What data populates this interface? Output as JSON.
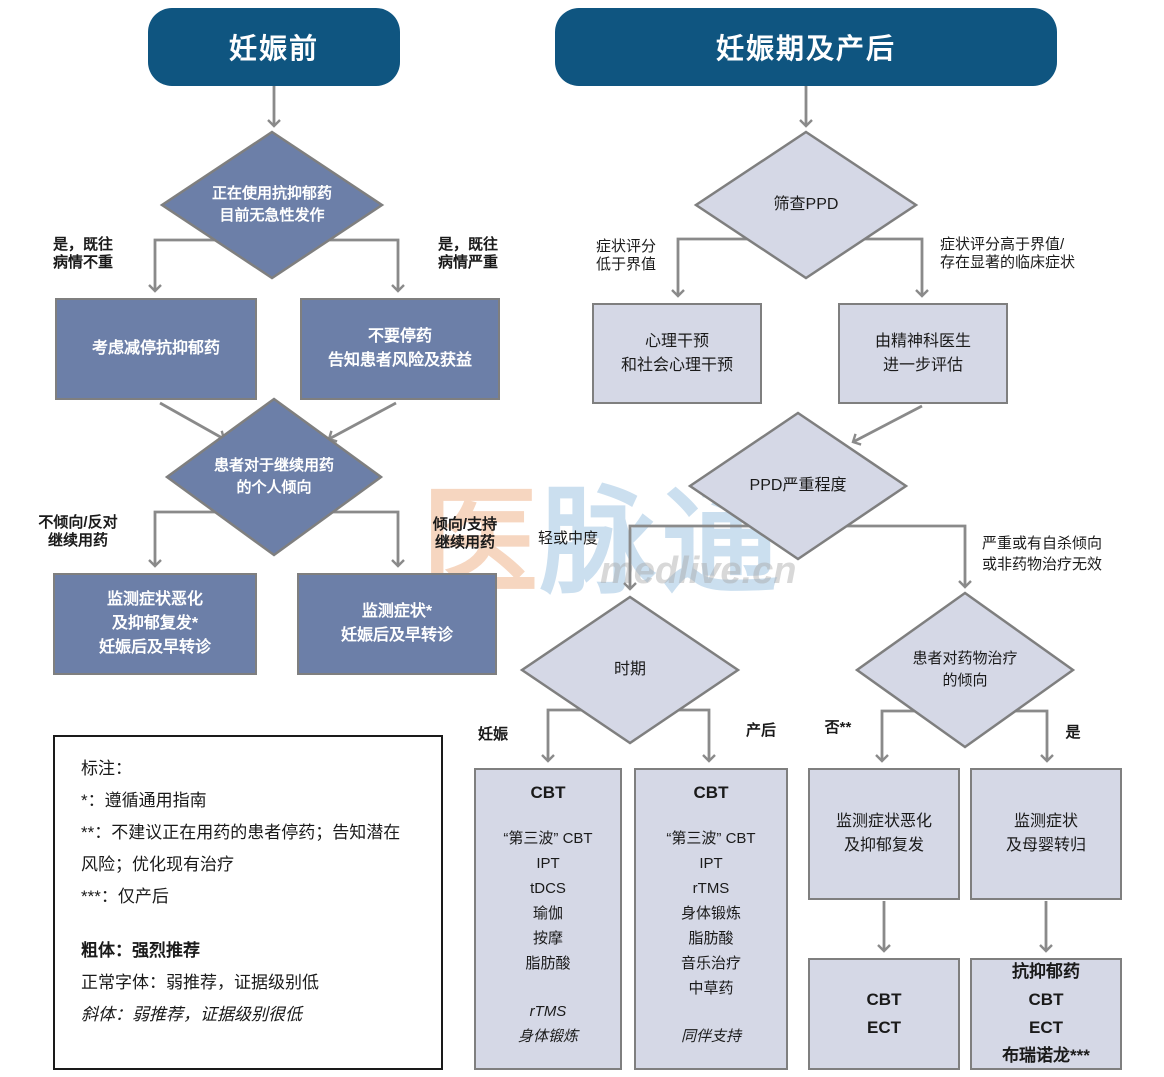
{
  "colors": {
    "header_bg": "#0F5580",
    "dark_node_bg": "#6C7FA8",
    "light_node_bg": "#D5D8E6",
    "node_border": "#7F7F7F",
    "arrow": "#8A8A8A"
  },
  "headers": {
    "pre_pregnancy": "妊娠前",
    "pregnancy_postpartum": "妊娠期及产后"
  },
  "pre": {
    "decision_antidepressant": "正在使用抗抑郁药\n目前无急性发作",
    "edge_mild": "是，既往\n病情不重",
    "edge_severe": "是，既往\n病情严重",
    "box_taper": "考虑减停抗抑郁药",
    "box_no_stop": "不要停药\n告知患者风险及获益",
    "decision_preference": "患者对于继续用药\n的个人倾向",
    "edge_against": "不倾向/反对\n继续用药",
    "edge_support": "倾向/支持\n继续用药",
    "box_monitor_relapse": "监测症状恶化\n及抑郁复发*\n妊娠后及早转诊",
    "box_monitor_symptoms": "监测症状*\n妊娠后及早转诊"
  },
  "peri": {
    "decision_screen": "筛查PPD",
    "edge_score_low": "症状评分\n低于界值",
    "edge_score_high": "症状评分高于界值/\n存在显著的临床症状",
    "box_psychosocial": "心理干预\n和社会心理干预",
    "box_psychiatrist": "由精神科医生\n进一步评估",
    "decision_severity": "PPD严重程度",
    "edge_mild_moderate": "轻或中度",
    "edge_severe_suicidal": "严重或有自杀倾向\n或非药物治疗无效",
    "decision_period": "时期",
    "edge_pregnancy": "妊娠",
    "edge_postpartum": "产后",
    "decision_med_pref": "患者对药物治疗\n的倾向",
    "edge_no": "否**",
    "edge_yes": "是",
    "box_monitor_worsening": "监测症状恶化\n及抑郁复发",
    "box_monitor_outcomes": "监测症状\n及母婴转归",
    "box_final_no": [
      "CBT",
      "ECT"
    ],
    "box_final_yes": [
      "抗抑郁药",
      "CBT",
      "ECT",
      "布瑞诺龙***"
    ],
    "options_pregnancy": {
      "strong": "CBT",
      "weak": [
        "“第三波” CBT",
        "IPT",
        "tDCS",
        "瑜伽",
        "按摩",
        "脂肪酸"
      ],
      "very_weak": [
        "rTMS",
        "身体锻炼"
      ]
    },
    "options_postpartum": {
      "strong": "CBT",
      "weak": [
        "“第三波” CBT",
        "IPT",
        "rTMS",
        "身体锻炼",
        "脂肪酸",
        "音乐治疗",
        "中草药"
      ],
      "very_weak": [
        "同伴支持"
      ]
    }
  },
  "legend": {
    "title": "标注：",
    "note1": "*：遵循通用指南",
    "note2": "**：不建议正在用药的患者停药；告知潜在风险；优化现有治疗",
    "note3": "***：仅产后",
    "bold_key": "粗体：强烈推荐",
    "normal_key": "正常字体：弱推荐，证据级别低",
    "italic_key": "斜体：弱推荐，证据级别很低"
  },
  "watermark": {
    "char_primary": "医",
    "chars_secondary": "脉通",
    "domain": "medlive.cn"
  }
}
